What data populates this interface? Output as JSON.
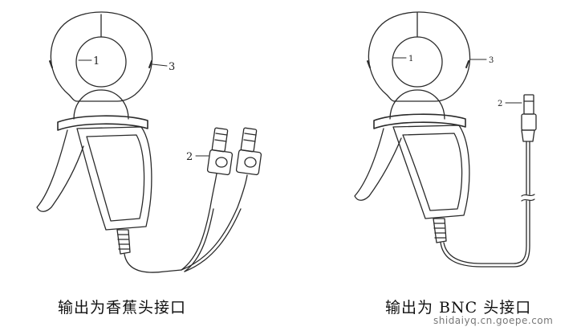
{
  "figures": [
    {
      "caption": "输出为香蕉头接口",
      "callouts": [
        "1",
        "2",
        "3"
      ]
    },
    {
      "caption": "输出为 BNC 头接口",
      "callouts": [
        "1",
        "2",
        "3"
      ]
    }
  ],
  "watermark": "shidaiyq.cn.goepe.com",
  "colors": {
    "line": "#2a2a2a",
    "light": "#666666"
  }
}
